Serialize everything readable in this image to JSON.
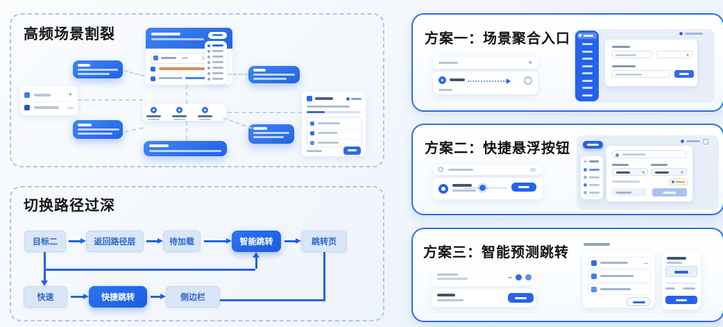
{
  "titles": {
    "scene_fragmentation": "高频场景割裂",
    "deep_path": "切换路径过深",
    "solution1": "方案一：场景聚合入口",
    "solution2": "方案二：快捷悬浮按钮",
    "solution3": "方案三：智能预测跳转"
  },
  "flow": {
    "row1": [
      {
        "label": "目标二",
        "highlight": false
      },
      {
        "label": "返回路径层",
        "highlight": false
      },
      {
        "label": "待加载",
        "highlight": false
      },
      {
        "label": "智能跳转",
        "highlight": true
      },
      {
        "label": "跳转页",
        "highlight": false
      }
    ],
    "row2": [
      {
        "label": "快速",
        "highlight": false
      },
      {
        "label": "快捷跳转",
        "highlight": true
      },
      {
        "label": "侧边栏",
        "highlight": false
      }
    ]
  },
  "icons": {
    "chevron_down": "▾",
    "menu": "≡",
    "arrow_right": "→"
  },
  "colors": {
    "primary": "#2563eb",
    "flow_node_bg": "#d9e6f8",
    "flow_text": "#2f66c9",
    "panel_border": "#2a6ae8",
    "dashed_border": "#a9c4ec",
    "orange_text": "#d98e54"
  }
}
